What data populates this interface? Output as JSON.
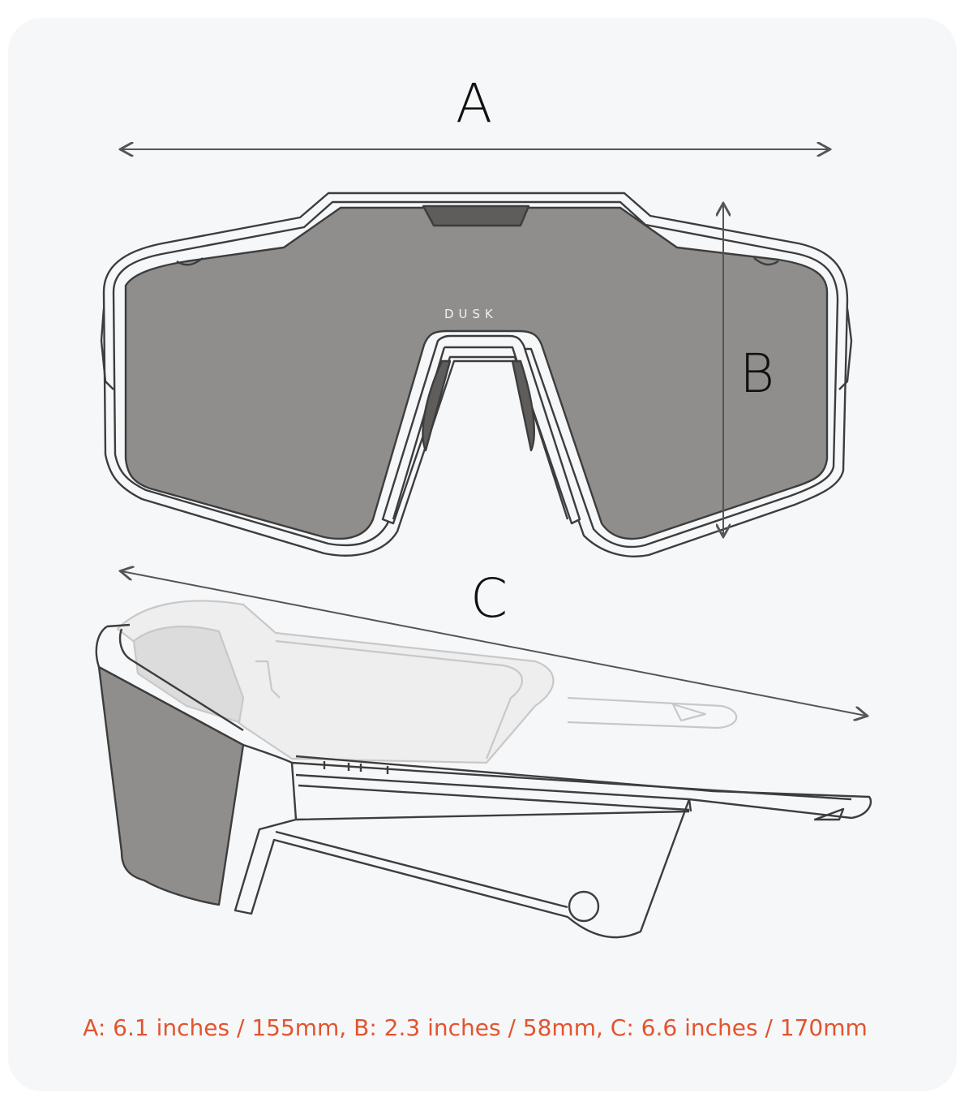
{
  "labels": {
    "a": "A",
    "b": "B",
    "c": "C"
  },
  "brand": "DUSK",
  "caption": "A: 6.1 inches / 155mm, B: 2.3 inches / 58mm, C: 6.6 inches / 170mm",
  "colors": {
    "background": "#f6f7f9",
    "lens": "#8f8e8c",
    "outline": "#3d3d3d",
    "caption": "#e2542e"
  }
}
